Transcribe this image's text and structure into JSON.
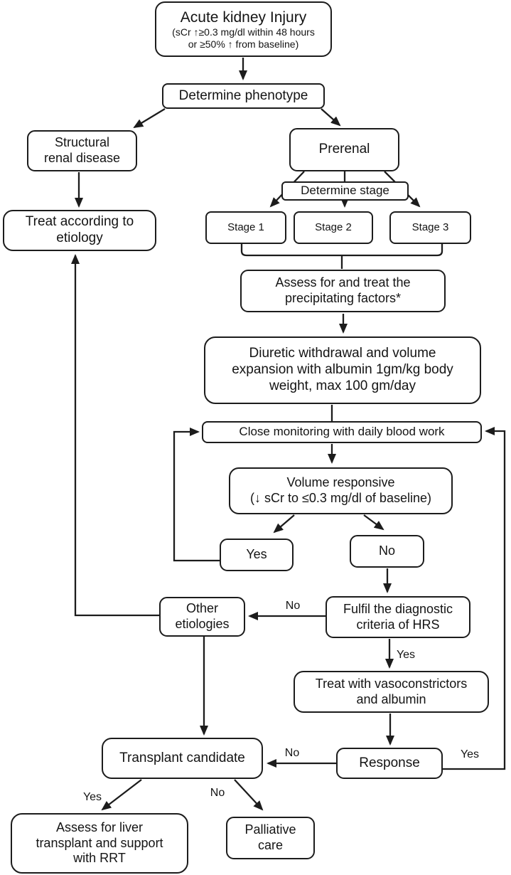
{
  "diagram": {
    "title": "Acute kidney injury management flowchart",
    "colors": {
      "line": "#1c1c1c",
      "box_border": "#1c1c1c",
      "box_fill": "#ffffff",
      "text": "#141414"
    },
    "nodes": {
      "aki": {
        "title": "Acute kidney Injury",
        "subtitle": "(sCr ↑≥0.3 mg/dl within 48 hours\nor ≥50% ↑ from baseline)"
      },
      "phenotype": {
        "label": "Determine phenotype"
      },
      "structural": {
        "label": "Structural\nrenal disease"
      },
      "prerenal": {
        "label": "Prerenal"
      },
      "determine_stage": {
        "label": "Determine stage"
      },
      "stage1": {
        "label": "Stage 1"
      },
      "stage2": {
        "label": "Stage 2"
      },
      "stage3": {
        "label": "Stage 3"
      },
      "treat_etiology": {
        "label": "Treat according to\netiology"
      },
      "assess_factors": {
        "label": "Assess for and treat the\nprecipitating factors*"
      },
      "diuretic": {
        "label": "Diuretic withdrawal and volume\nexpansion with albumin 1gm/kg body\nweight, max 100 gm/day"
      },
      "monitoring": {
        "label": "Close monitoring with daily blood work"
      },
      "volume": {
        "title": "Volume responsive",
        "subtitle": "(↓ sCr to ≤0.3 mg/dl of baseline)"
      },
      "yes": {
        "label": "Yes"
      },
      "no": {
        "label": "No"
      },
      "other": {
        "label": "Other\netiologies"
      },
      "fulfil": {
        "label": "Fulfil the diagnostic\ncriteria of HRS"
      },
      "vaso": {
        "label": "Treat with vasoconstrictors\nand albumin"
      },
      "transplant": {
        "label": "Transplant candidate"
      },
      "response": {
        "label": "Response"
      },
      "liver": {
        "label": "Assess for liver\ntransplant and support\nwith RRT"
      },
      "palliative": {
        "label": "Palliative\ncare"
      }
    },
    "edge_labels": {
      "hrs_no": "No",
      "hrs_yes": "Yes",
      "response_no": "No",
      "response_yes": "Yes",
      "transplant_yes": "Yes",
      "transplant_no": "No"
    }
  }
}
